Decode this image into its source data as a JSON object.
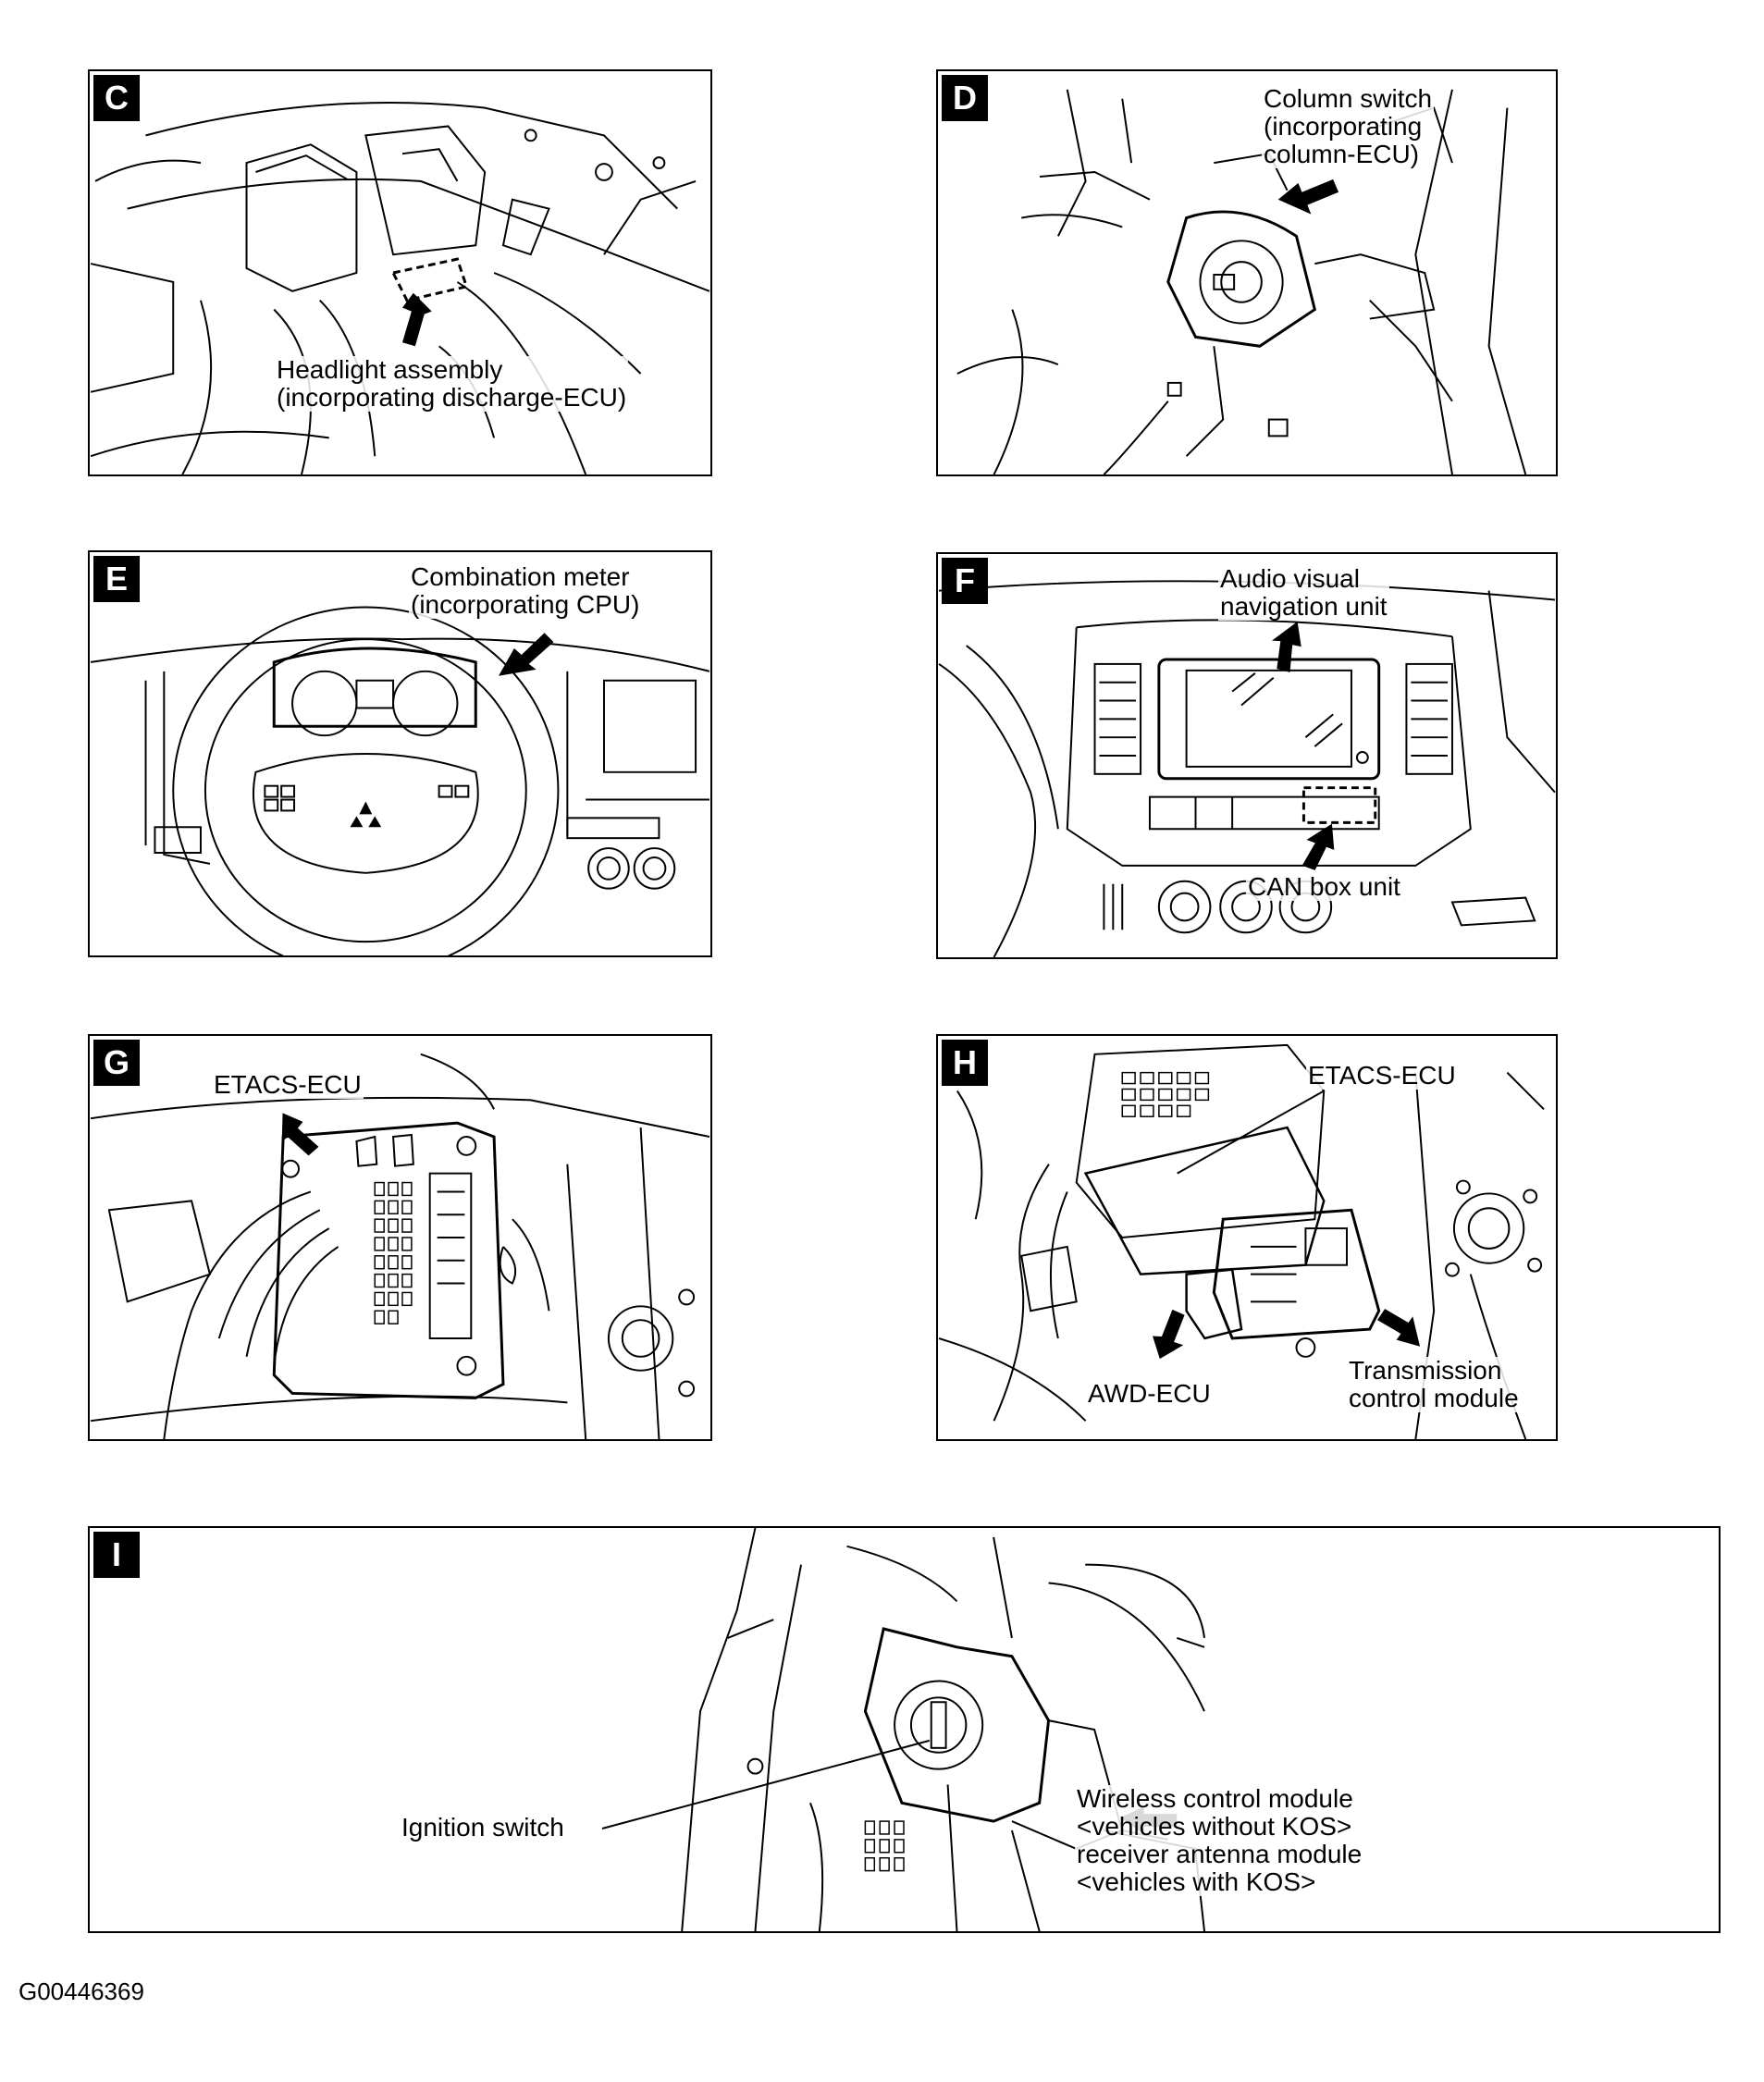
{
  "panels": {
    "c": {
      "letter": "C",
      "line1": "Headlight assembly",
      "line2": "(incorporating discharge-ECU)"
    },
    "d": {
      "letter": "D",
      "line1": "Column switch",
      "line2": "(incorporating",
      "line3": "column-ECU)"
    },
    "e": {
      "letter": "E",
      "line1": "Combination meter",
      "line2": "(incorporating CPU)"
    },
    "f": {
      "letter": "F",
      "av_line1": "Audio visual",
      "av_line2": "navigation unit",
      "can_label": "CAN box unit"
    },
    "g": {
      "letter": "G",
      "label": "ETACS-ECU"
    },
    "h": {
      "letter": "H",
      "etacs": "ETACS-ECU",
      "tcm_line1": "Transmission",
      "tcm_line2": "control module",
      "awd": "AWD-ECU"
    },
    "i": {
      "letter": "I",
      "ignition": "Ignition switch",
      "wcm_line1": "Wireless control module",
      "wcm_line2": "<vehicles without KOS>",
      "wcm_line3": "receiver antenna module",
      "wcm_line4": "<vehicles with KOS>"
    }
  },
  "figure_code": "G00446369"
}
